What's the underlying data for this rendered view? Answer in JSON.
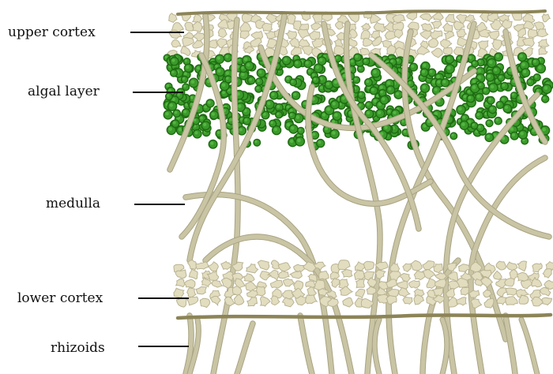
{
  "diagram": {
    "labels": {
      "upper_cortex": "upper cortex",
      "algal_layer": "algal layer",
      "medulla": "medulla",
      "lower_cortex": "lower cortex",
      "rhizoids": "rhizoids"
    },
    "colors": {
      "hyphae": "#c9c5a4",
      "hyphae_edge": "#a8a383",
      "cortex_cell": "#e2ddbf",
      "cortex_cell_edge": "#b9b392",
      "algal_cell": "#3a9a2a",
      "algal_cell_edge": "#1f6b12",
      "algal_cell_highlight": "#63c24f",
      "boundary_line": "#8c8457"
    }
  }
}
